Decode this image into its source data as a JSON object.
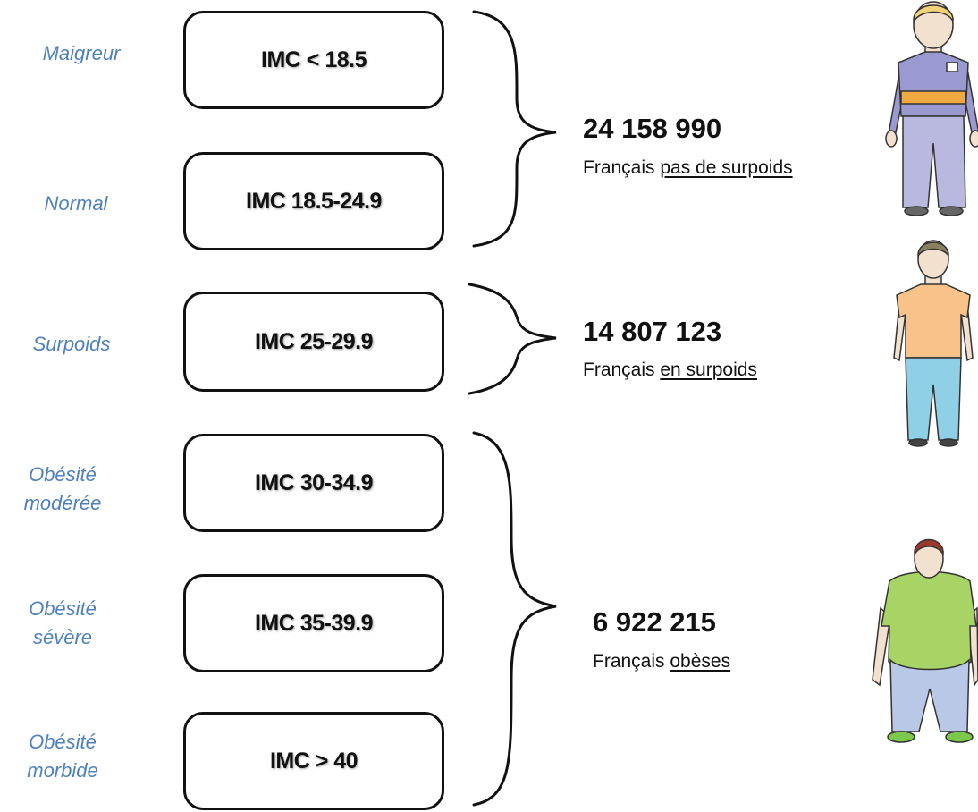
{
  "categories": [
    {
      "id": "maigreur",
      "label": "Maigreur"
    },
    {
      "id": "normal",
      "label": "Normal"
    },
    {
      "id": "surpoids",
      "label": "Surpoids"
    },
    {
      "id": "obesite-moderee",
      "line1": "Obésité",
      "line2": "modérée"
    },
    {
      "id": "obesite-severe",
      "line1": "Obésité",
      "line2": "sévère"
    },
    {
      "id": "obesite-morbide",
      "line1": "Obésité",
      "line2": "morbide"
    }
  ],
  "boxes": [
    "IMC < 18.5",
    "IMC 18.5-24.9",
    "IMC 25-29.9",
    "IMC 30-34.9",
    "IMC 35-39.9",
    "IMC > 40"
  ],
  "groups": [
    {
      "count": "24 158 990",
      "prefix": "Français ",
      "underlined": "pas de surpoids"
    },
    {
      "count": "14 807 123",
      "prefix": "Français ",
      "underlined": "en surpoids"
    },
    {
      "count": "6 922 215",
      "prefix": "Français ",
      "underlined": "obèses"
    }
  ],
  "colors": {
    "category_text": "#4f81bd",
    "box_border": "#111111"
  },
  "icons": [
    "thin-man-icon",
    "overweight-man-icon",
    "obese-man-icon"
  ]
}
